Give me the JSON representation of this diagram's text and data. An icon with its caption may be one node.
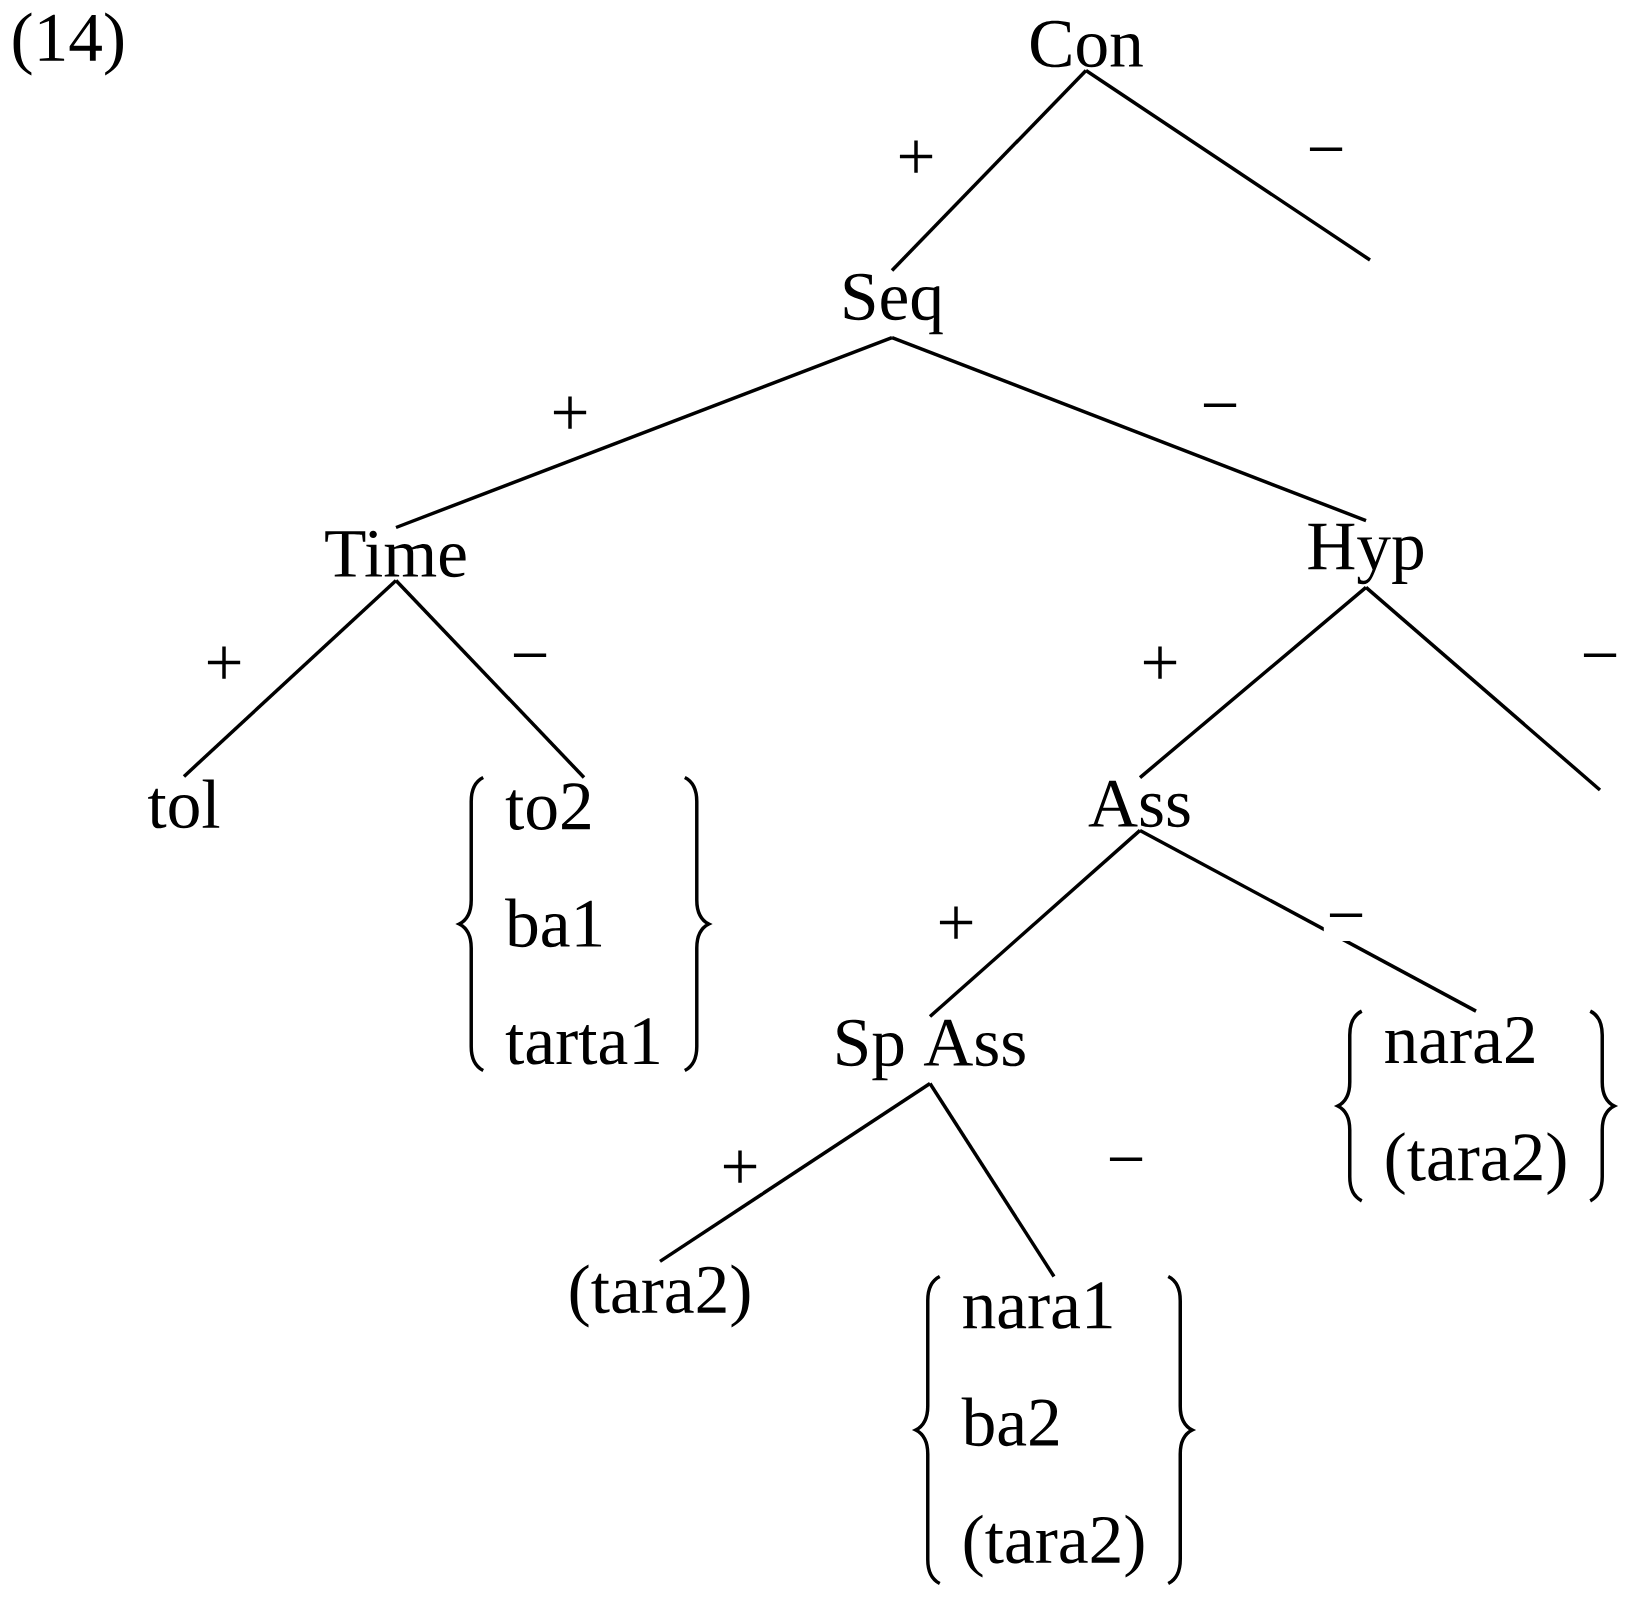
{
  "diagram": {
    "nodes": [
      {
        "text": [
          "Con"
        ]
      },
      {
        "text": [
          "Seq"
        ]
      },
      {
        "text": [
          "Time"
        ]
      },
      {
        "text": [
          "Hyp"
        ]
      },
      {
        "text": [
          "tol"
        ]
      },
      {
        "text": [
          "to2",
          "ba1",
          "tarta1"
        ]
      },
      {
        "text": [
          "Ass"
        ]
      },
      {
        "text": [
          "Sp Ass"
        ]
      },
      {
        "text": [
          "nara2",
          "(tara2)"
        ]
      },
      {
        "text": [
          "(tara2)"
        ]
      },
      {
        "text": [
          "nara1",
          "ba2",
          "(tara2)"
        ]
      }
    ],
    "edges": [
      {
        "from": 0,
        "to": 1,
        "arrow": "none",
        "label": "+"
      },
      {
        "from": 0,
        "to": null,
        "arrow": "none",
        "label": "−"
      },
      {
        "from": 1,
        "to": 2,
        "arrow": "none",
        "label": "+"
      },
      {
        "from": 1,
        "to": 3,
        "arrow": "none",
        "label": "−"
      },
      {
        "from": 2,
        "to": 4,
        "arrow": "none",
        "label": "+"
      },
      {
        "from": 2,
        "to": 5,
        "arrow": "none",
        "label": "−"
      },
      {
        "from": 3,
        "to": 6,
        "arrow": "none",
        "label": "+"
      },
      {
        "from": 3,
        "to": null,
        "arrow": "none",
        "label": "−"
      },
      {
        "from": 6,
        "to": 7,
        "arrow": "none",
        "label": "+"
      },
      {
        "from": 6,
        "to": 8,
        "arrow": "none",
        "label": "−"
      },
      {
        "from": 7,
        "to": 9,
        "arrow": "none",
        "label": "+"
      },
      {
        "from": 7,
        "to": 10,
        "arrow": "none",
        "label": "−"
      }
    ],
    "labels": [
      "(14)"
    ]
  }
}
